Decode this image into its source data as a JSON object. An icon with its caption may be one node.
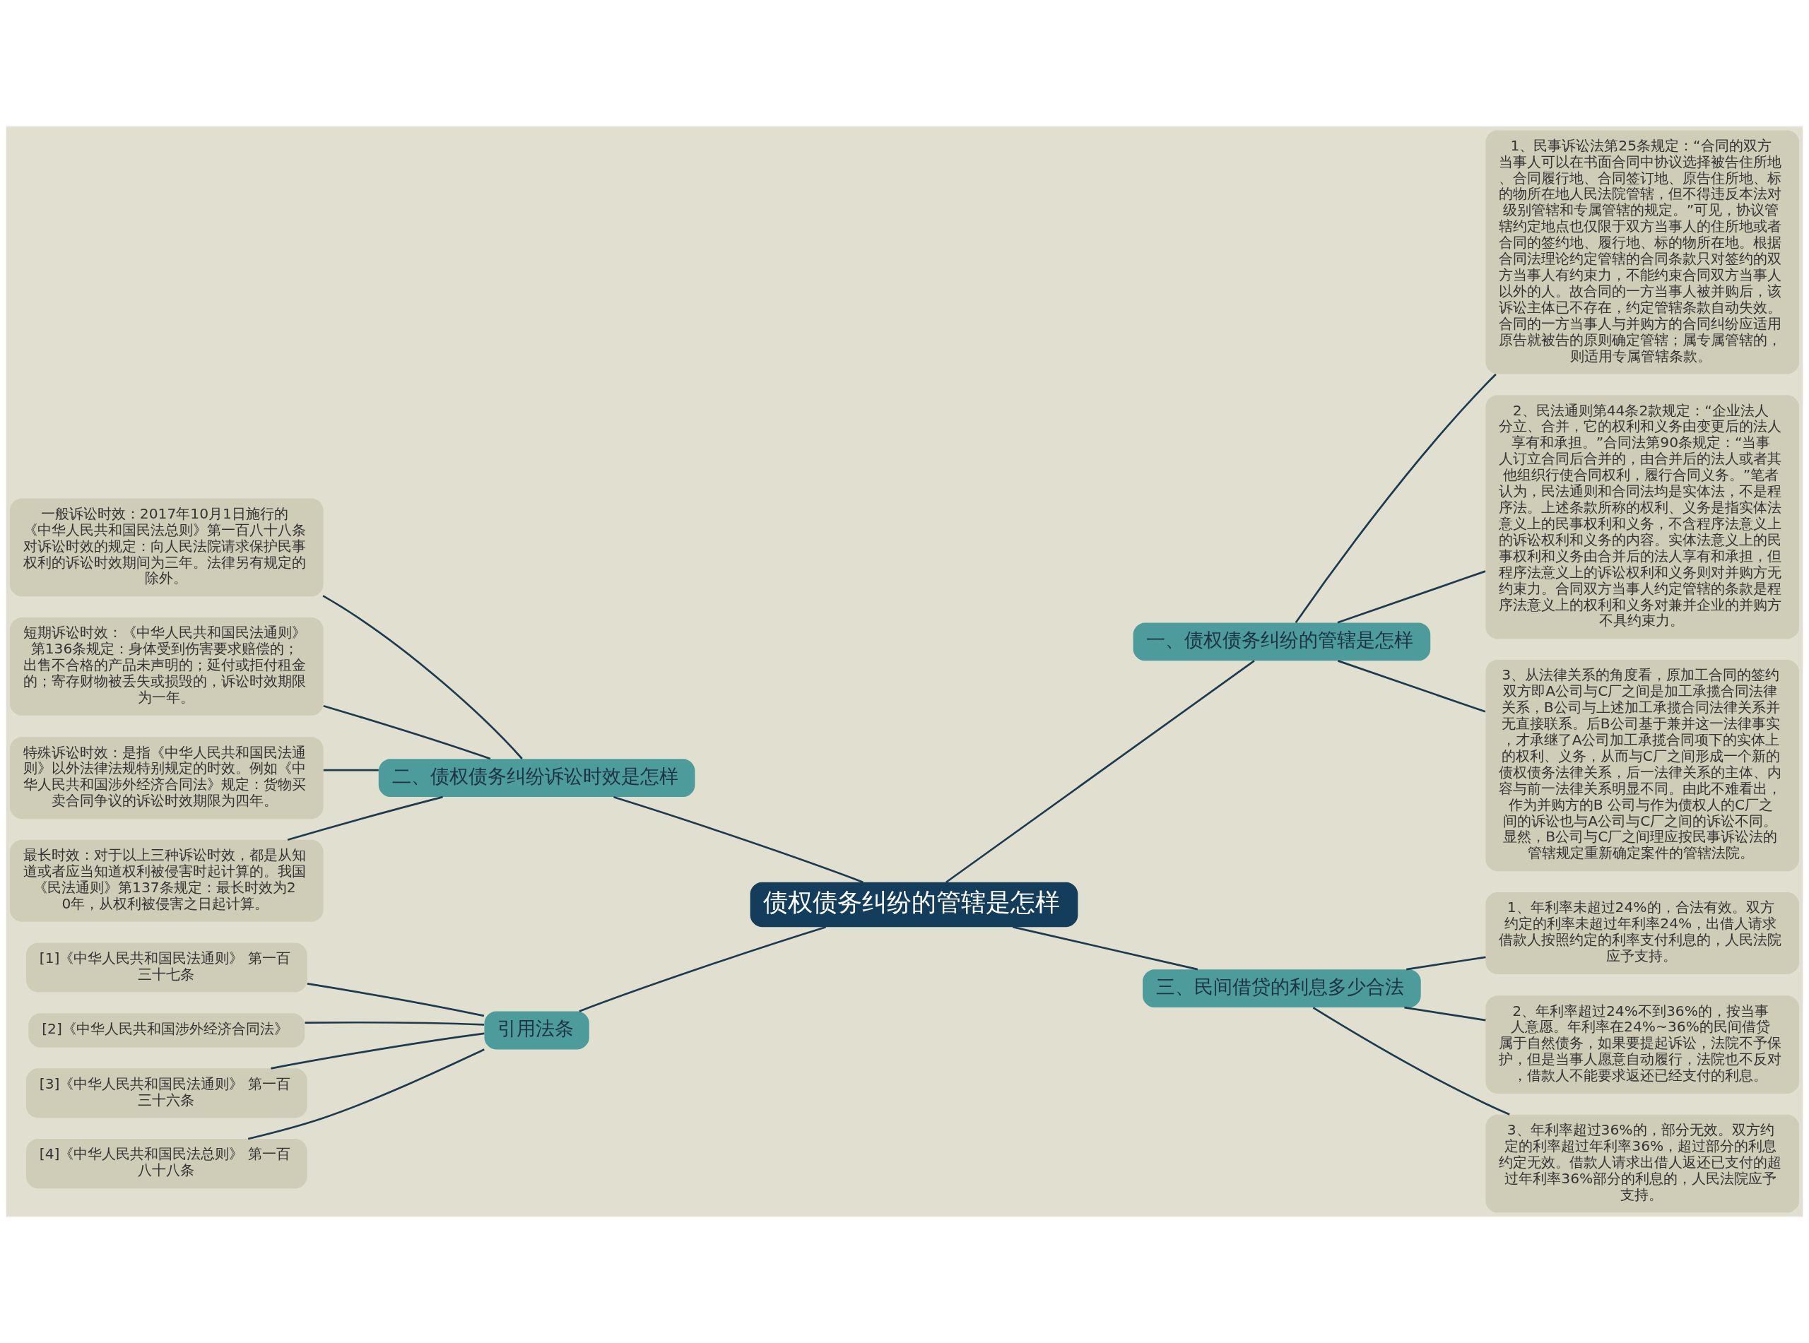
{
  "diagram": {
    "nodes": [
      {
        "text": [
          "债权债务纠纷的管辖是怎样"
        ]
      },
      {
        "text": [
          "一、债权债务纠纷的管辖是怎样"
        ]
      },
      {
        "text": [
          "1、民事诉讼法第25条规定：“合同的双方当事人可以在书面合同中协议选择被告住所地、合同履行地、合同签订地、原告住所地、标的物所在地人民法院管辖，但不得违反本法对级别管辖和专属管辖的规定。”可见，协议管辖约定地点也仅限于双方当事人的住所地或者合同的签约地、履行地、标的物所在地。根据合同法理论约定管辖的合同条款只对签约的双方当事人有约束力，不能约束合同双方当事人以外的人。故合同的一方当事人被并购后，该诉讼主体已不存在，约定管辖条款自动失效。合同的一方当事人与并购方的合同纠纷应适用原告就被告的原则确定管辖；属专属管辖的，则适用专属管辖条款。"
        ]
      },
      {
        "text": [
          "2、民法通则第44条2款规定：“企业法人分立、合并，它的权利和义务由变更后的法人享有和承担。”合同法第90条规定：“当事人订立合同后合并的，由合并后的法人或者其他组织行使合同权利，履行合同义务。”笔者认为，民法通则和合同法均是实体法，不是程序法。上述条款所称的权利、义务是指实体法意义上的民事权利和义务，不含程序法意义上的诉讼权利和义务的内容。实体法意义上的民事权利和义务由合并后的法人享有和承担，但程序法意义上的诉讼权利和义务则对并购方无约束力。合同双方当事人约定管辖的条款是程序法意义上的权利和义务对兼并企业的并购方不具约束力。"
        ]
      },
      {
        "text": [
          "3、从法律关系的角度看，原加工合同的签约双方即A公司与C厂之间是加工承揽合同法律关系，B公司与上述加工承揽合同法律关系并无直接联系。后B公司基于兼并这一法律事实，才承继了A公司加工承揽合同项下的实体上的权利、义务，从而与C厂之间形成一个新的债权债务法律关系，后一法律关系的主体、内容与前一法律关系明显不同。由此不难看出，作为并购方的B 公司与作为债权人的C厂之间的诉讼也与A公司与C厂之间的诉讼不同。显然，B公司与C厂之间理应按民事诉讼法的管辖规定重新确定案件的管辖法院。"
        ]
      },
      {
        "text": [
          "三、民间借贷的利息多少合法"
        ]
      },
      {
        "text": [
          "1、年利率未超过24%的，合法有效。双方约定的利率未超过年利率24%，出借人请求借款人按照约定的利率支付利息的，人民法院应予支持。"
        ]
      },
      {
        "text": [
          "2、年利率超过24%不到36%的，按当事人意愿。年利率在24%~36%的民间借贷属于自然债务，如果要提起诉讼，法院不予保护，但是当事人愿意自动履行，法院也不反对，借款人不能要求返还已经支付的利息。"
        ]
      },
      {
        "text": [
          "3、年利率超过36%的，部分无效。双方约定的利率超过年利率36%，超过部分的利息约定无效。借款人请求出借人返还已支付的超过年利率36%部分的利息的，人民法院应予支持。"
        ]
      },
      {
        "text": [
          "二、债权债务纠纷诉讼时效是怎样"
        ]
      },
      {
        "text": [
          "一般诉讼时效：2017年10月1日施行的《中华人民共和国民法总则》第一百八十八条对诉讼时效的规定：向人民法院请求保护民事权利的诉讼时效期间为三年。法律另有规定的除外。"
        ]
      },
      {
        "text": [
          "短期诉讼时效：《中华人民共和国民法通则》第136条规定：身体受到伤害要求赔偿的；出售不合格的产品未声明的；延付或拒付租金的；寄存财物被丢失或损毁的，诉讼时效期限为一年。"
        ]
      },
      {
        "text": [
          "特殊诉讼时效：是指《中华人民共和国民法通则》以外法律法规特别规定的时效。例如《中华人民共和国涉外经济合同法》规定：货物买卖合同争议的诉讼时效期限为四年。"
        ]
      },
      {
        "text": [
          "最长时效：对于以上三种诉讼时效，都是从知道或者应当知道权利被侵害时起计算的。我国《民法通则》第137条规定：最长时效为20年，从权利被侵害之日起计算。"
        ]
      },
      {
        "text": [
          "引用法条"
        ]
      },
      {
        "text": [
          "[1]《中华人民共和国民法通则》 第一百三十七条"
        ]
      },
      {
        "text": [
          "[2]《中华人民共和国涉外经济合同法》"
        ]
      },
      {
        "text": [
          "[3]《中华人民共和国民法通则》 第一百三十六条"
        ]
      },
      {
        "text": [
          "[4]《中华人民共和国民法总则》 第一百八十八条"
        ]
      }
    ],
    "edges": [
      {
        "from": 0,
        "to": 1,
        "arrow": "none"
      },
      {
        "from": 1,
        "to": 2,
        "arrow": "none"
      },
      {
        "from": 1,
        "to": 3,
        "arrow": "none"
      },
      {
        "from": 1,
        "to": 4,
        "arrow": "none"
      },
      {
        "from": 0,
        "to": 5,
        "arrow": "none"
      },
      {
        "from": 5,
        "to": 6,
        "arrow": "none"
      },
      {
        "from": 5,
        "to": 7,
        "arrow": "none"
      },
      {
        "from": 5,
        "to": 8,
        "arrow": "none"
      },
      {
        "from": 0,
        "to": 9,
        "arrow": "none"
      },
      {
        "from": 9,
        "to": 10,
        "arrow": "none"
      },
      {
        "from": 9,
        "to": 11,
        "arrow": "none"
      },
      {
        "from": 9,
        "to": 12,
        "arrow": "none"
      },
      {
        "from": 9,
        "to": 13,
        "arrow": "none"
      },
      {
        "from": 0,
        "to": 14,
        "arrow": "none"
      },
      {
        "from": 14,
        "to": 15,
        "arrow": "none"
      },
      {
        "from": 14,
        "to": 16,
        "arrow": "none"
      },
      {
        "from": 14,
        "to": 17,
        "arrow": "none"
      },
      {
        "from": 14,
        "to": 18,
        "arrow": "none"
      }
    ]
  }
}
